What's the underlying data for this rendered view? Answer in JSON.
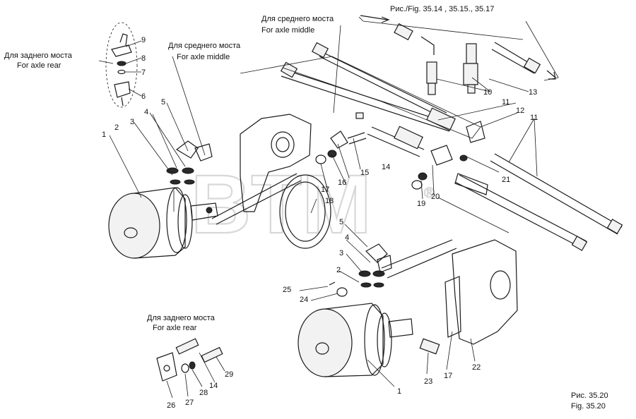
{
  "watermark": {
    "text": "BTM",
    "registered": "®"
  },
  "captions": {
    "rear_top_ru": "Для заднего моста",
    "rear_top_en": "For axle rear",
    "middle_left_ru": "Для среднего моста",
    "middle_left_en": "For axle middle",
    "middle_top_ru": "Для среднего моста",
    "middle_top_en": "For axle middle",
    "rear_bottom_ru": "Для заднего моста",
    "rear_bottom_en": "For axle rear",
    "figure_ref": "Рис./Fig. 35.14 , 35.15., 35.17",
    "figure_ru": "Рис. 35.20",
    "figure_en": "Fig. 35.20"
  },
  "callouts": {
    "n1a": "1",
    "n2a": "2",
    "n3a": "3",
    "n4a": "4",
    "n5a": "5",
    "n6": "6",
    "n7": "7",
    "n8": "8",
    "n9": "9",
    "n10": "10",
    "n11a": "11",
    "n11b": "11",
    "n12": "12",
    "n13": "13",
    "n14a": "14",
    "n15": "15",
    "n16": "16",
    "n17a": "17",
    "n18": "18",
    "n19": "19",
    "n20": "20",
    "n21": "21",
    "n5b": "5",
    "n4b": "4",
    "n3b": "3",
    "n2b": "2",
    "n25": "25",
    "n24": "24",
    "n1b": "1",
    "n23": "23",
    "n17b": "17",
    "n22": "22",
    "n26": "26",
    "n27": "27",
    "n28": "28",
    "n14b": "14",
    "n29": "29"
  }
}
